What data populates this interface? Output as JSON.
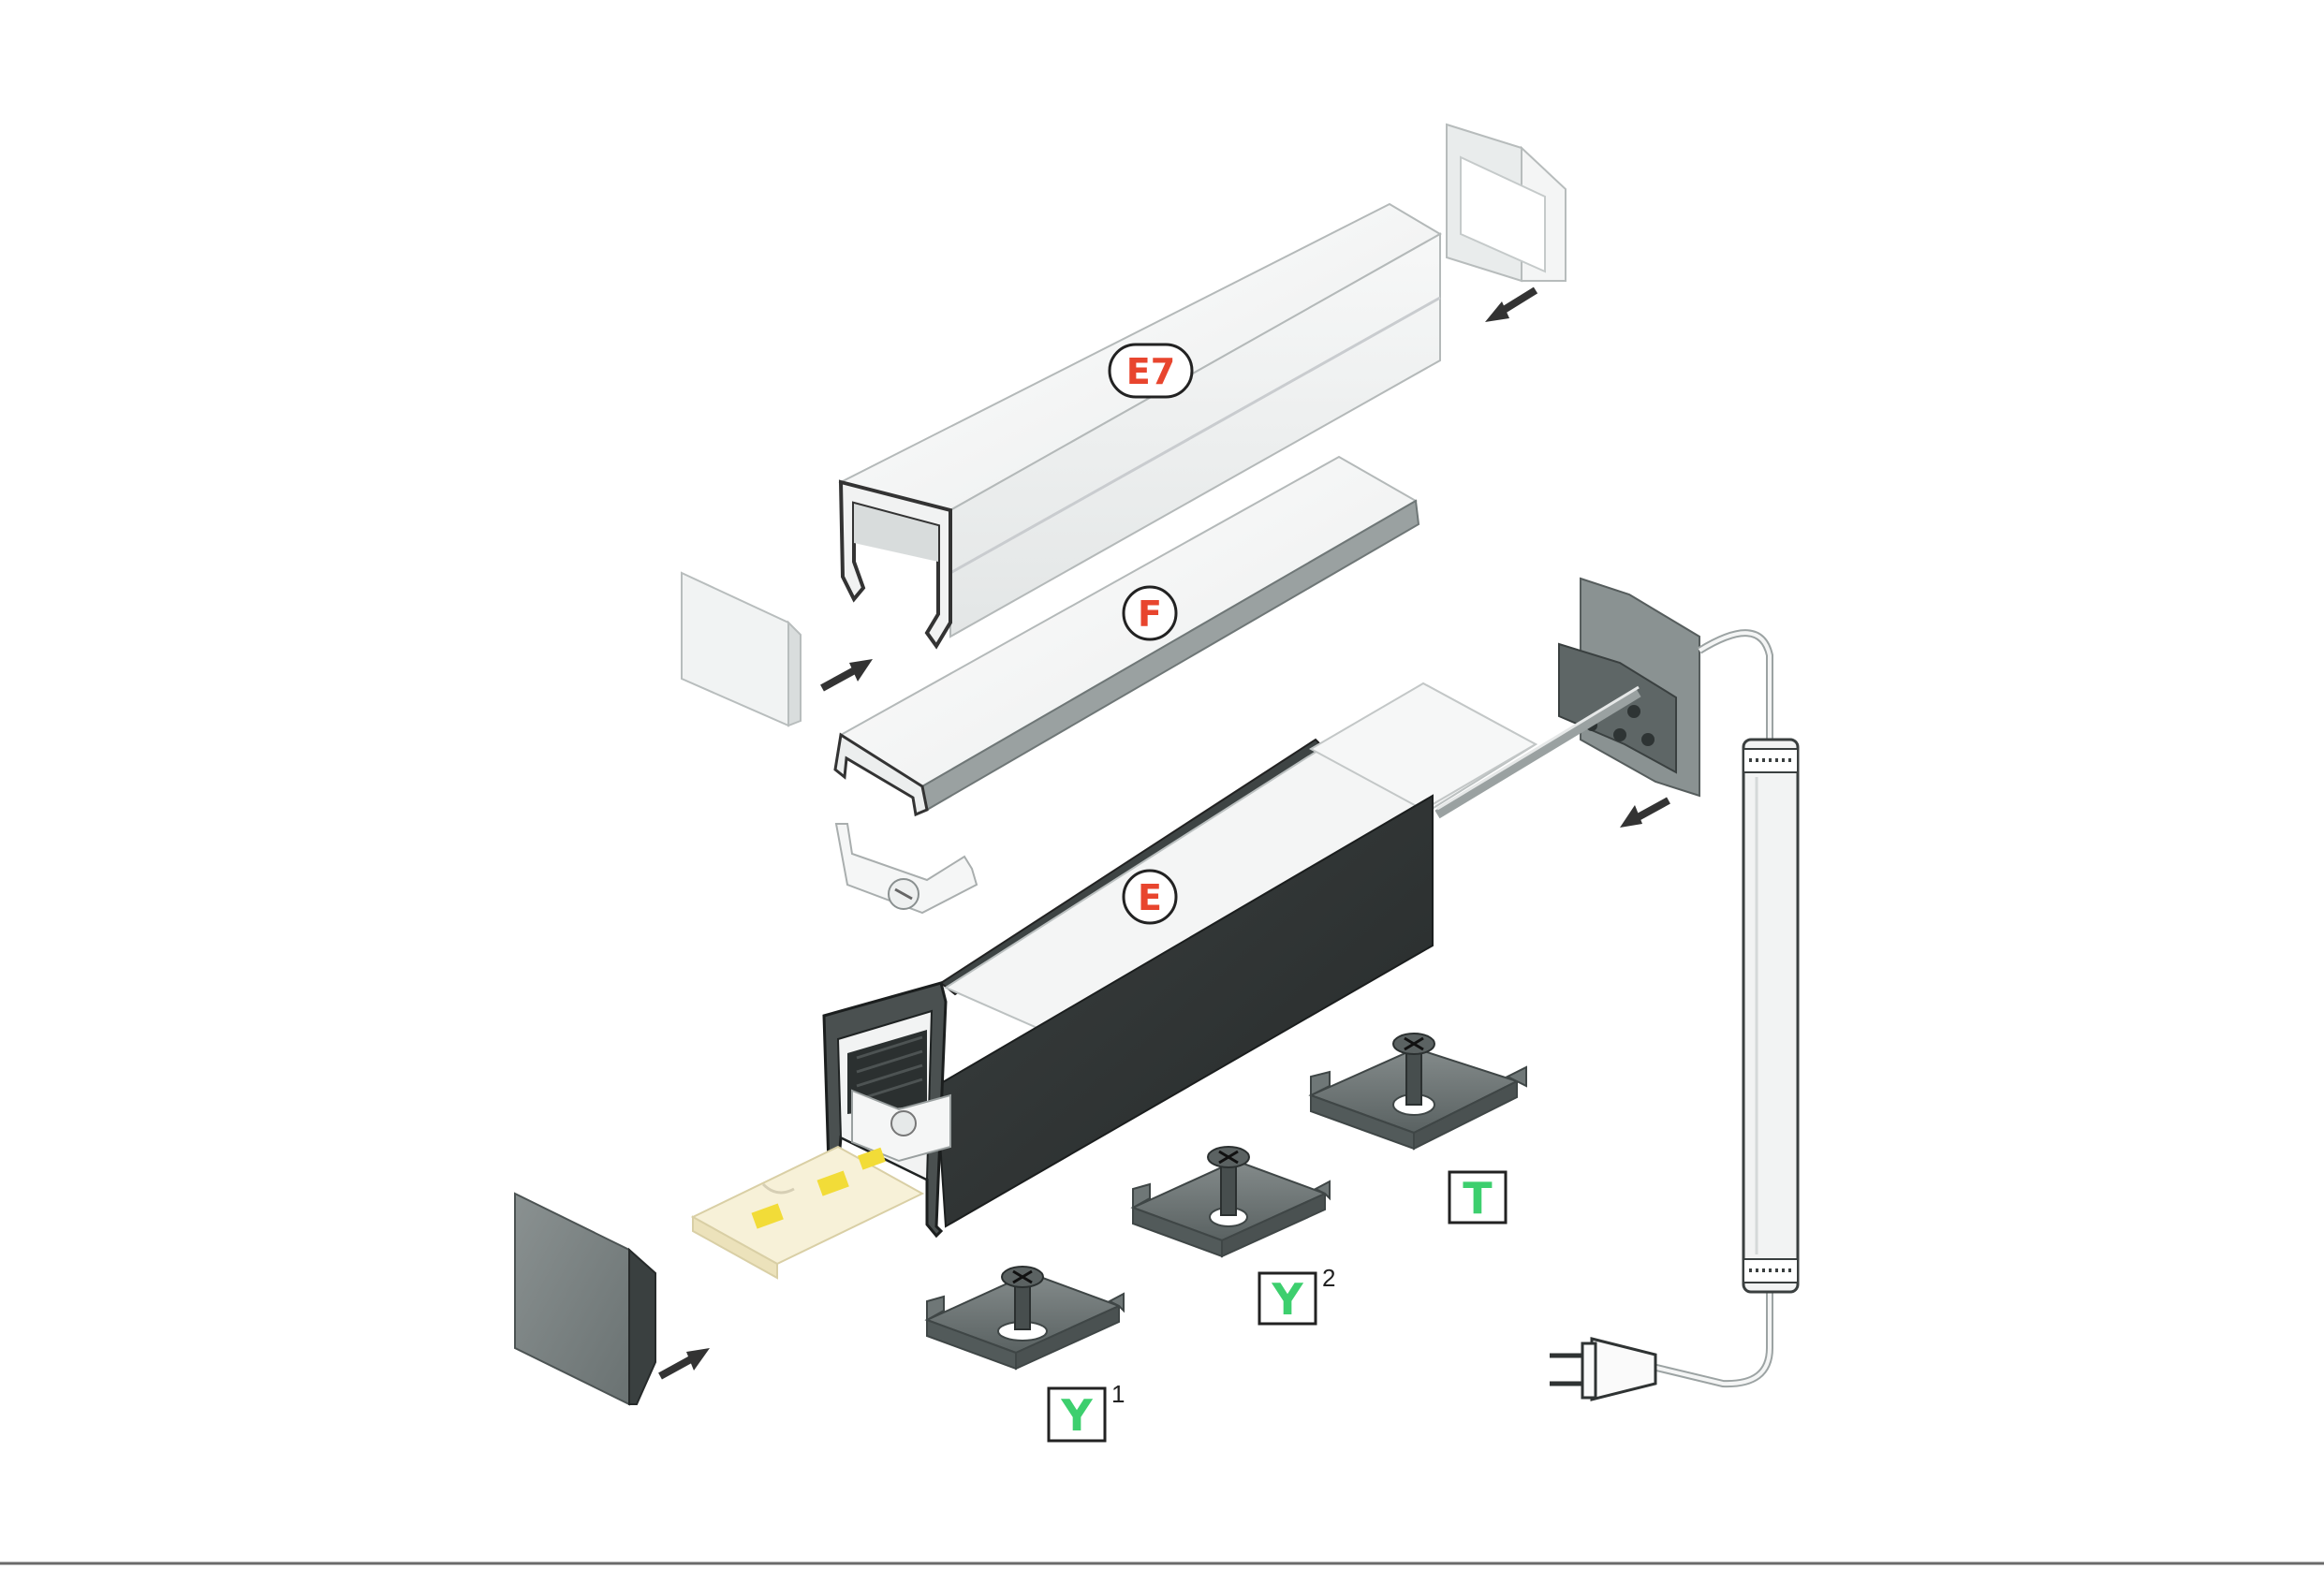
{
  "labels": {
    "cover_profile": "E7",
    "diffuser": "F",
    "profile": "E",
    "mount_t": "T",
    "mount_y1": "Y",
    "mount_y1_sup": "1",
    "mount_y2": "Y",
    "mount_y2_sup": "2"
  },
  "colors": {
    "label_red": "#e8452e",
    "label_green": "#3dcf6e",
    "profile_dark": "#2f3333",
    "plastic_light": "#f2f3f3",
    "metal_grey": "#5f6766",
    "arrow": "#333333"
  },
  "icons": [
    "arrow-icon",
    "power-plug-icon",
    "led-driver-icon",
    "screw-icon"
  ]
}
